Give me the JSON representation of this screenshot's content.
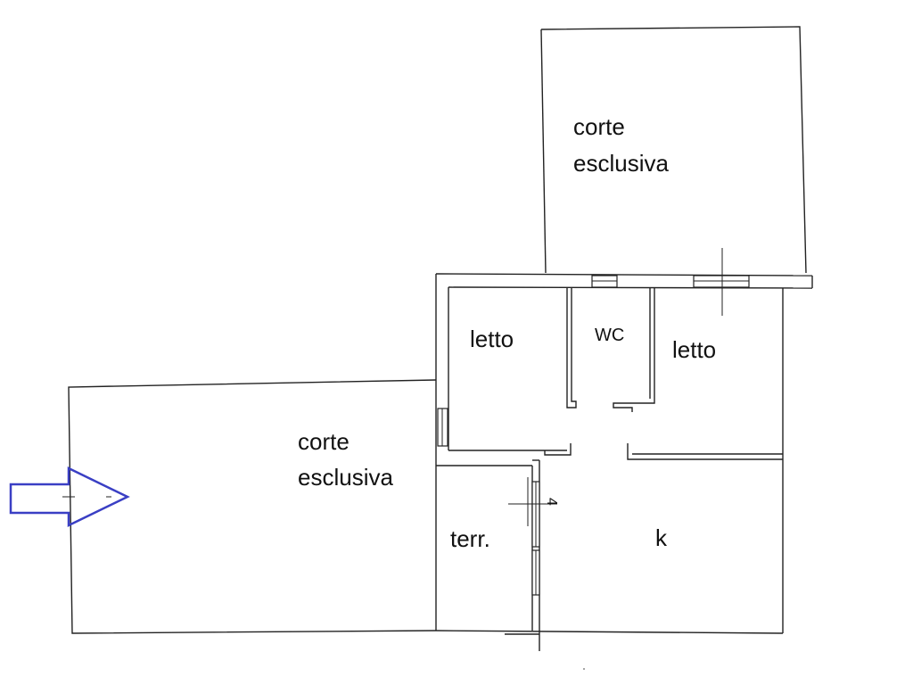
{
  "plan": {
    "rooms": {
      "corte_top_line1": "corte",
      "corte_top_line2": "esclusiva",
      "corte_left_line1": "corte",
      "corte_left_line2": "esclusiva",
      "letto_left": "letto",
      "wc": "WC",
      "letto_right": "letto",
      "terr": "terr.",
      "k": "k"
    },
    "stair_mark": "4",
    "colors": {
      "walls": "#222222",
      "entrance_arrow": "#3a3fc4",
      "background": "#ffffff"
    },
    "icons": {
      "entrance": "entrance-arrow-icon"
    }
  }
}
